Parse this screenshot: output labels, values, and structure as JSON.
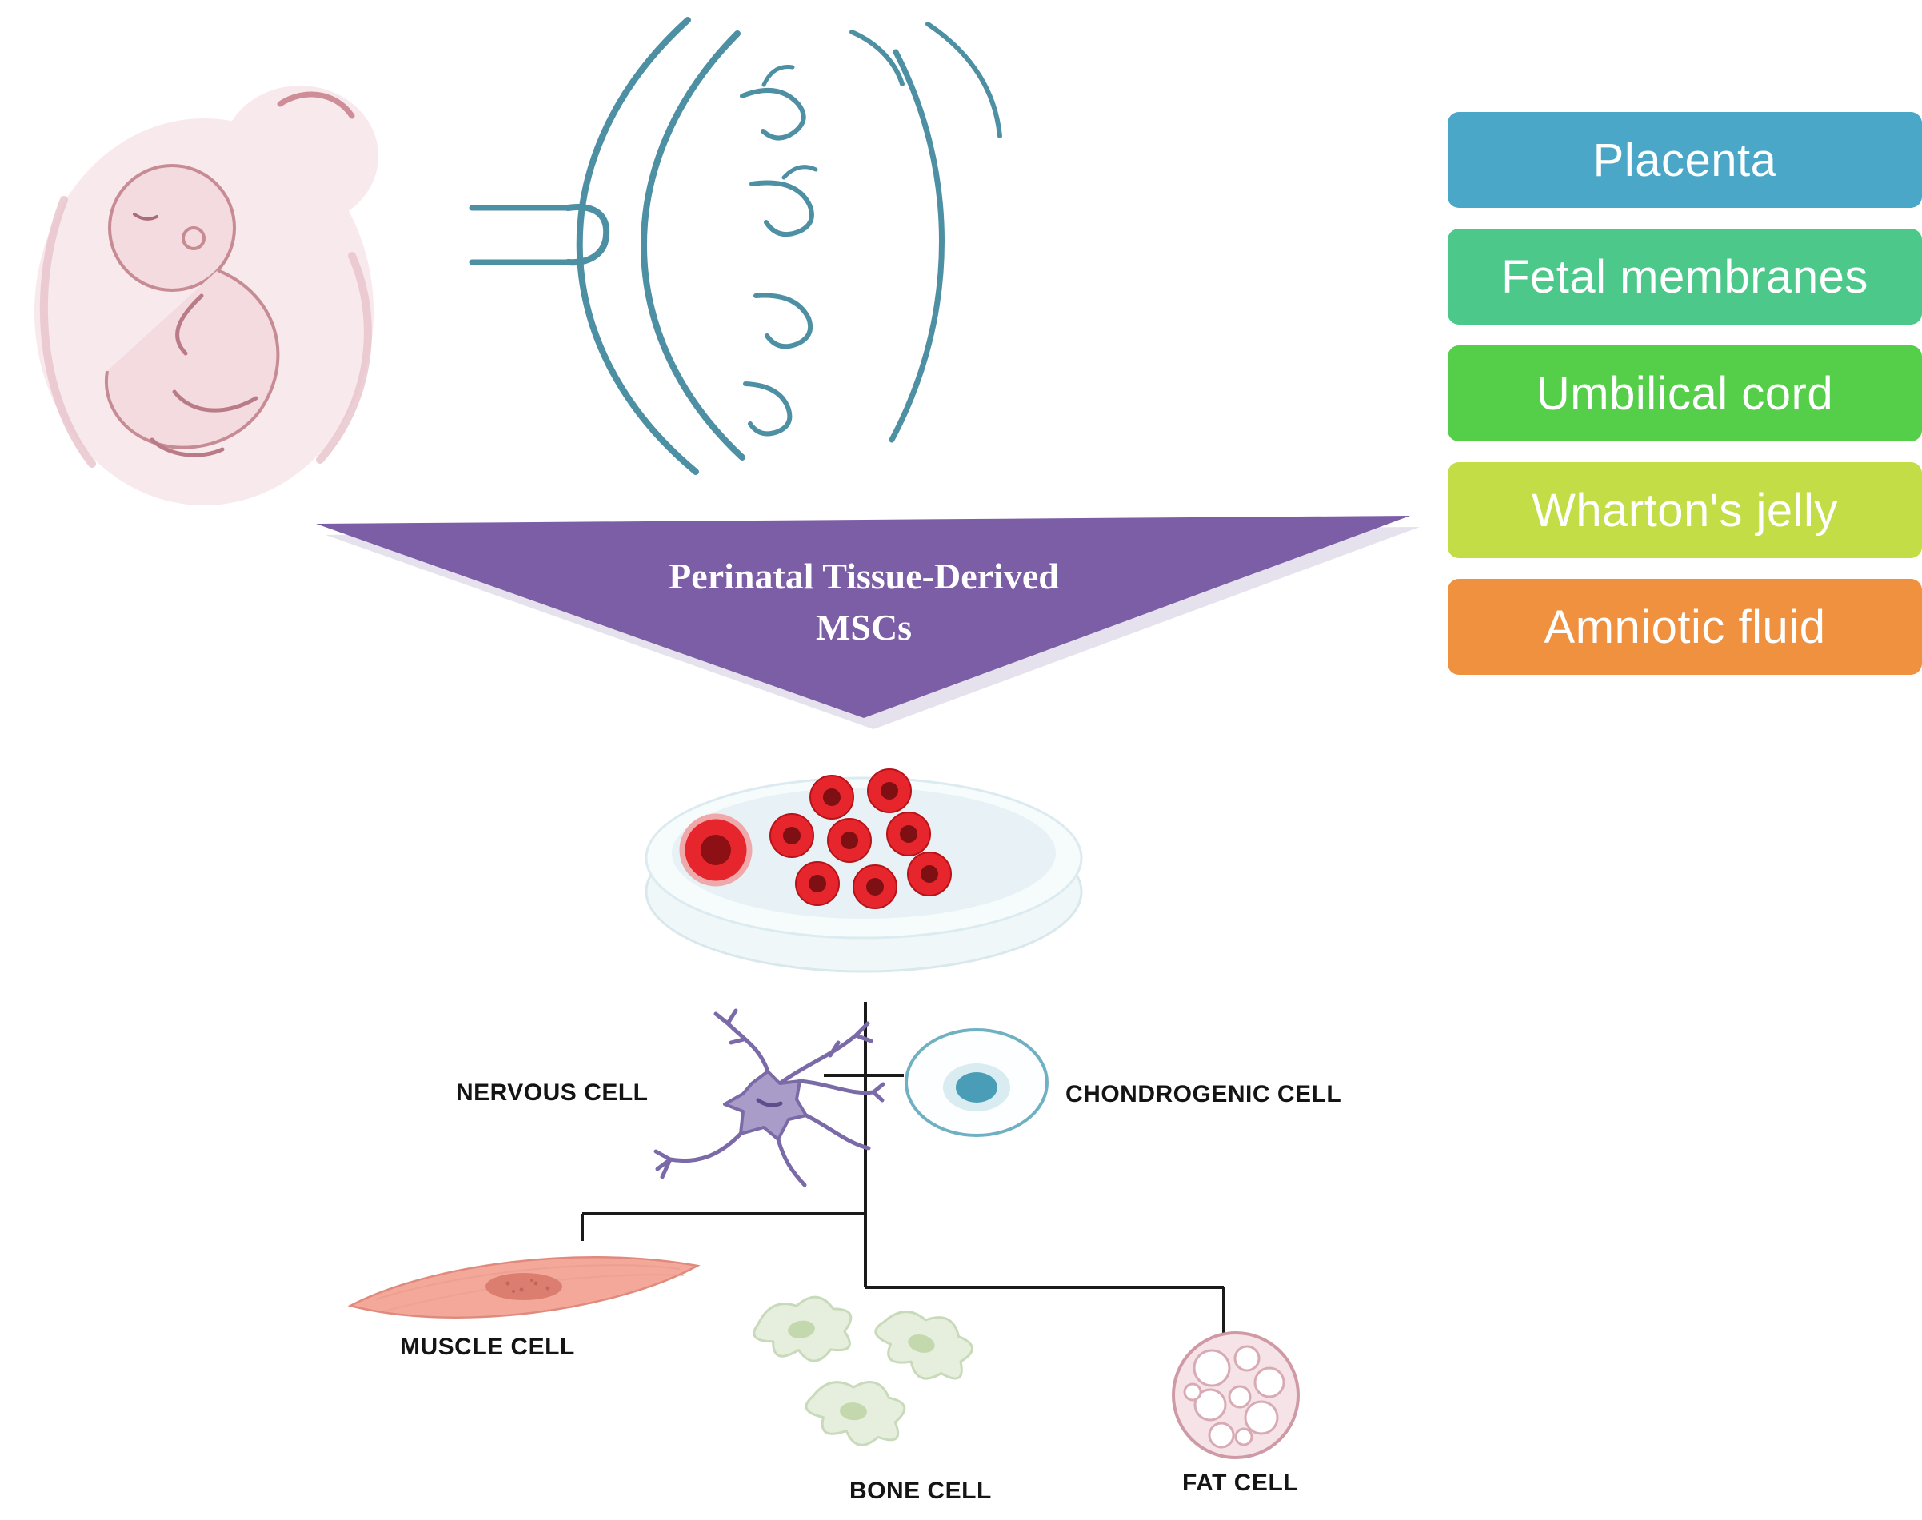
{
  "figure": {
    "sources": [
      {
        "label": "Placenta",
        "color": "#4BA7C7"
      },
      {
        "label": "Fetal membranes",
        "color": "#4CC98A"
      },
      {
        "label": "Umbilical cord",
        "color": "#55CF49"
      },
      {
        "label": "Wharton's jelly",
        "color": "#C3DD46"
      },
      {
        "label": "Amniotic fluid",
        "color": "#F0913F"
      }
    ],
    "arrow": {
      "line1": "Perinatal Tissue-Derived",
      "line2": "MSCs",
      "color": "#7C5EA6"
    },
    "cells": {
      "nervous": {
        "label": "NERVOUS CELL"
      },
      "chondrogenic": {
        "label": "CHONDROGENIC CELL"
      },
      "muscle": {
        "label": "MUSCLE CELL"
      },
      "bone": {
        "label": "BONE CELL"
      },
      "fat": {
        "label": "FAT CELL"
      }
    },
    "illustrations": {
      "fetus": "fetus-in-womb-illustration",
      "placenta": "placenta-cross-section-illustration",
      "petri_dish": "petri-dish-cell-culture-illustration"
    },
    "line_color": "#1A1A1A"
  }
}
